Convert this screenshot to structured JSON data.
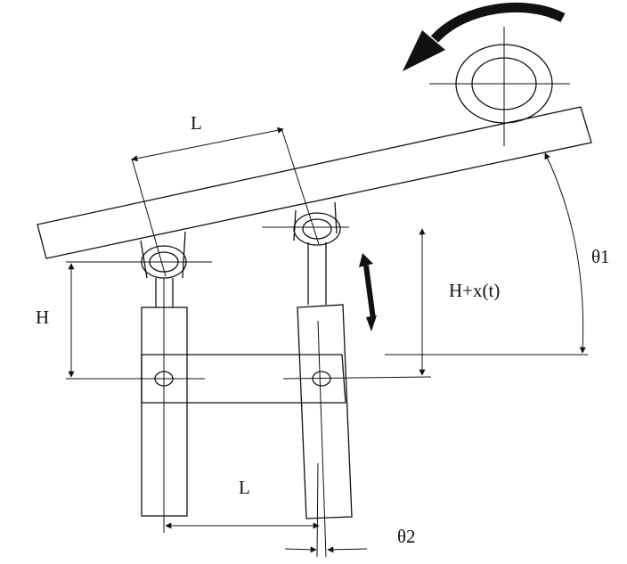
{
  "labels": {
    "L_top": "L",
    "H": "H",
    "H_plus_x": "H+x(t)",
    "theta1": "θ1",
    "L_bottom": "L",
    "theta2": "θ2"
  },
  "style": {
    "line_color": "#111111",
    "background": "#ffffff"
  },
  "icons": {
    "rotation_arrow": "curved-arrow-counterclockwise",
    "motion_arrow": "double-headed-arrow"
  }
}
